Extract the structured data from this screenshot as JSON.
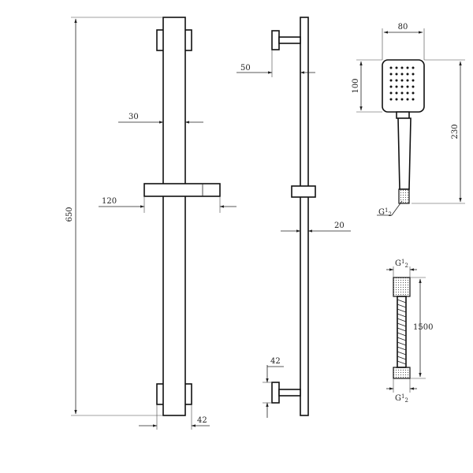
{
  "dimensions": {
    "rail_length": "650",
    "rail_width": "30",
    "slider_width": "120",
    "bracket_depth": "42",
    "wall_offset": "50",
    "rail_side_width": "20",
    "bottom_bracket_depth": "42",
    "head_width": "80",
    "head_height": "100",
    "handshower_length": "230",
    "hose_length": "1500"
  },
  "threads": {
    "handshower_thread_main": "G",
    "handshower_thread_sup": "1",
    "handshower_thread_sub": "2",
    "hose_top_main": "G",
    "hose_top_sup": "1",
    "hose_top_sub": "2",
    "hose_bottom_main": "G",
    "hose_bottom_sup": "1",
    "hose_bottom_sub": "2"
  },
  "colors": {
    "line": "#111111",
    "background": "#ffffff"
  }
}
